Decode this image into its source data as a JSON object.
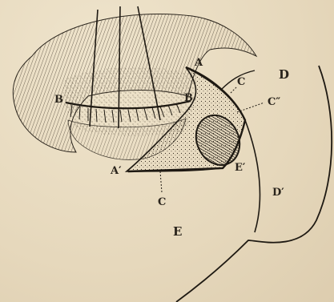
{
  "figure": {
    "labels": {
      "A": "A",
      "A_prime": "A′",
      "B_left": "B",
      "B_right": "B",
      "C": "C",
      "C_doubleprime": "C″",
      "C_bottom": "C",
      "D": "D",
      "D_prime": "D′",
      "E": "E",
      "E_prime": "E′"
    },
    "ink_color": "#2a241c",
    "paper_color": "#e9dcc2"
  }
}
